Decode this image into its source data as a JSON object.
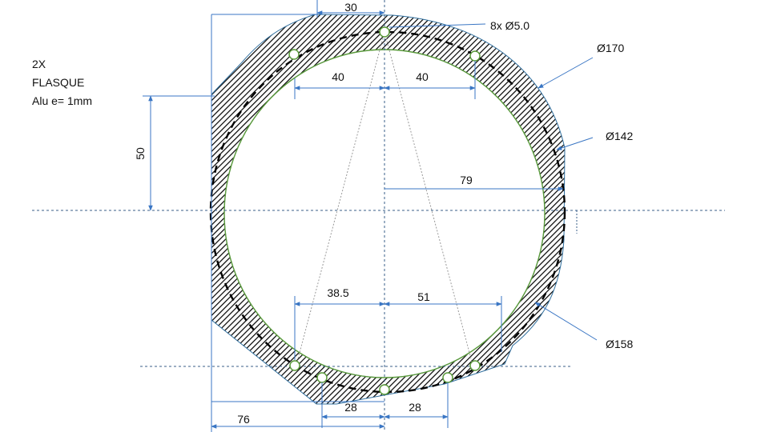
{
  "notes": {
    "quantity": "2X",
    "part_name": "FLASQUE",
    "material": "Alu e= 1mm"
  },
  "labels": {
    "holes": "8x Ø5.0",
    "outer_diameter": "Ø170",
    "inner_diameter": "Ø142",
    "bolt_circle": "Ø158"
  },
  "dimensions": {
    "top_offset": "30",
    "upper_left": "40",
    "upper_right": "40",
    "height_offset": "50",
    "radius": "79",
    "lower_left": "38.5",
    "lower_right": "51",
    "bottom_left_width": "76",
    "bottom_hole_left": "28",
    "bottom_hole_right": "28"
  },
  "colors": {
    "dimension_line": "#3a76c4",
    "part_outline": "#2f6f9f",
    "inner_circle": "#5a9a3a",
    "hatch": "#000000",
    "center_line": "#3a5f8a"
  }
}
